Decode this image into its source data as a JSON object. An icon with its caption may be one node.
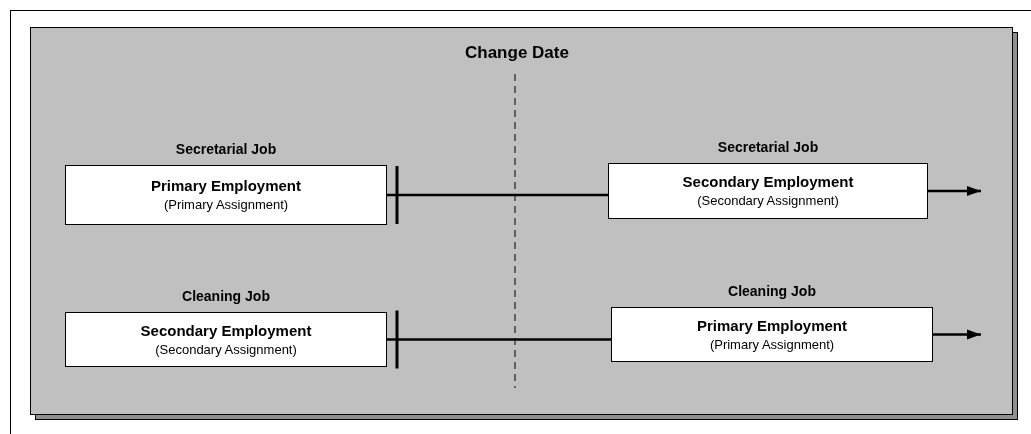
{
  "diagram": {
    "nodes": [
      {
        "text": [],
        "shape": "box"
      },
      {
        "text": [
          "Primary Employment",
          "(Primary Assignment)"
        ],
        "beside": [
          "Secretarial Job"
        ],
        "in": 0
      },
      {
        "text": [
          "Secondary Employment",
          "(Secondary Assignment)"
        ],
        "beside": [
          "Secretarial Job"
        ],
        "in": 0
      },
      {
        "text": [
          "Secondary Employment",
          "(Secondary Assignment)"
        ],
        "beside": [
          "Cleaning Job"
        ],
        "in": 0
      },
      {
        "text": [
          "Primary Employment",
          "(Primary Assignment)"
        ],
        "beside": [
          "Cleaning Job"
        ],
        "in": 0
      }
    ],
    "edges": [
      {
        "from": 1,
        "to": 2,
        "arrow": "other"
      },
      {
        "from": 3,
        "to": 4,
        "arrow": "other"
      },
      {
        "from": 2,
        "to": null,
        "arrow": "to"
      },
      {
        "from": 4,
        "to": null,
        "arrow": "to"
      }
    ],
    "labels": [
      "Change Date"
    ]
  }
}
